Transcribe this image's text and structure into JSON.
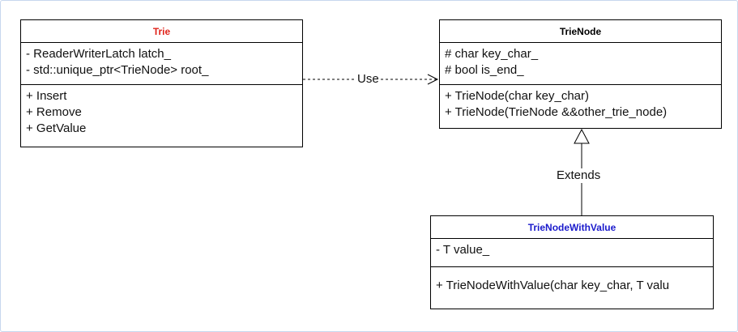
{
  "classes": {
    "trie": {
      "name": "Trie",
      "name_color": "#e0241b",
      "fields": [
        "- ReaderWriterLatch latch_",
        "- std::unique_ptr<TrieNode> root_"
      ],
      "methods": [
        "+ Insert",
        "+ Remove",
        "+ GetValue"
      ]
    },
    "trienode": {
      "name": "TrieNode",
      "name_color": "#000000",
      "fields": [
        "# char key_char_",
        "# bool is_end_"
      ],
      "methods": [
        "+ TrieNode(char key_char)",
        "+ TrieNode(TrieNode &&other_trie_node)"
      ]
    },
    "trienode_with_value": {
      "name": "TrieNodeWithValue",
      "name_color": "#1a1acc",
      "fields": [
        "- T value_"
      ],
      "methods": [
        "+ TrieNodeWithValue(char key_char, T valu"
      ]
    }
  },
  "relations": {
    "use_label": "Use",
    "extends_label": "Extends"
  }
}
